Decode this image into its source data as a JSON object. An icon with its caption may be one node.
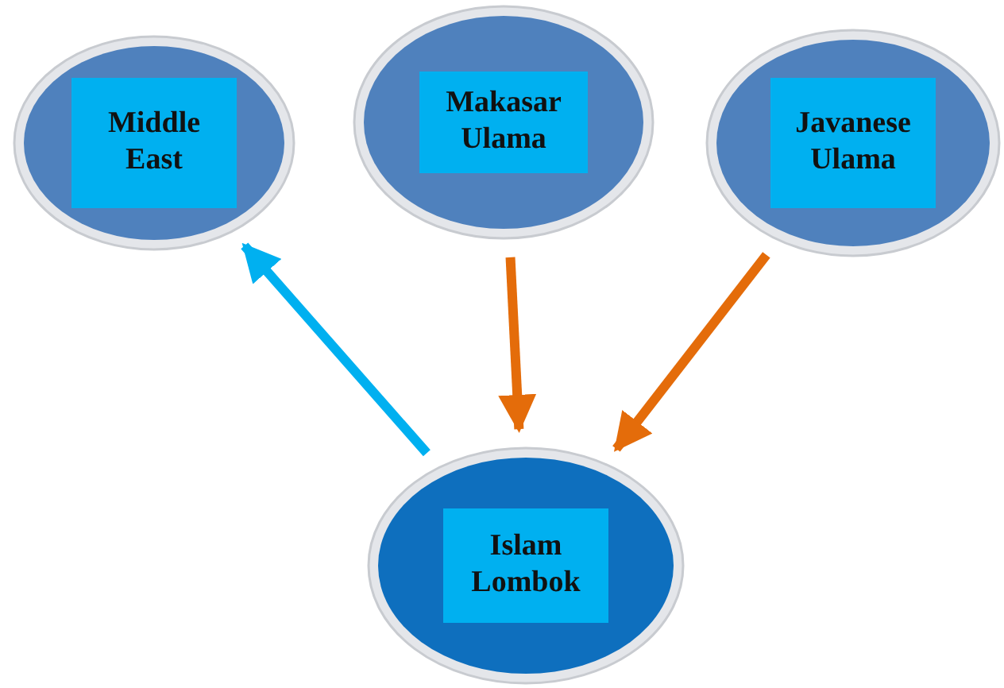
{
  "diagram": {
    "nodes": [
      {
        "text": [
          "Middle East"
        ]
      },
      {
        "text": [
          "Makasar Ulama"
        ]
      },
      {
        "text": [
          "Javanese Ulama"
        ]
      },
      {
        "text": [
          "Islam Lombok"
        ]
      }
    ],
    "edges": [
      {
        "from": 3,
        "to": 0,
        "arrow": "to",
        "color": "#00b0f0"
      },
      {
        "from": 1,
        "to": 3,
        "arrow": "to"
      },
      {
        "from": 2,
        "to": 3,
        "arrow": "to"
      }
    ]
  }
}
